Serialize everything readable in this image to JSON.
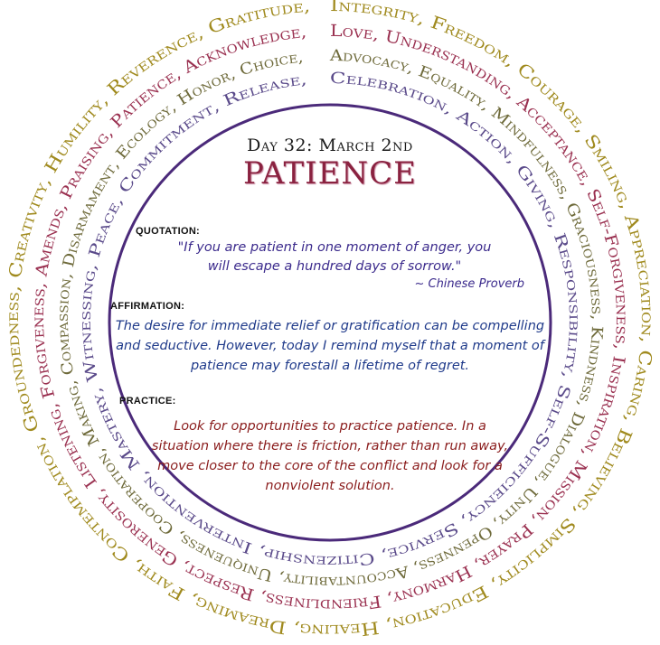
{
  "header": {
    "day": "Day 32: March 2nd",
    "title": "PATIENCE"
  },
  "sections": {
    "quotation_label": "QUOTATION:",
    "quotation_text": "\"If you are patient in one moment of anger, you will escape a hundred days of sorrow.\"",
    "quotation_author": "~ Chinese Proverb",
    "affirmation_label": "AFFIRMATION:",
    "affirmation_text": "The desire for immediate relief or gratification can be compelling and seductive. However, today I remind myself that a moment of patience may forestall a lifetime of regret.",
    "practice_label": "PRACTICE:",
    "practice_text": "Look for opportunities to practice patience. In a situation where there is friction, rather than run away, move closer to the core of the conflict and look for a nonviolent solution."
  },
  "rings": [
    {
      "text": "Integrity, Freedom, Courage, Smiling, Appreciation, Caring, Believing, Simplicity, Education, Healing, Dreaming, Faith, Contemplation, Groundedness, Creativity, Humility, Reverence, Gratitude, ",
      "color": "#a08a1e"
    },
    {
      "text": "Love, Understanding, Acceptance, Self-Forgiveness, Inspiration, Mission, Prayer, Harmony, Friendliness, Respect, Generosity, Listening, Forgiveness, Amends, Praising, Patience, Acknowledge, ",
      "color": "#9a3050"
    },
    {
      "text": "Advocacy, Equality, Mindfulness, Graciousness, Kindness, Dialogue, Unity, Openness, Accountability, Uniqueness, Cooperation, Making, Compassion, Disarmament, Ecology, Honor, Choice, ",
      "color": "#6e6a3a"
    },
    {
      "text": "Celebration, Action, Giving, Responsibility, Self-Sufficiency, Service, Citizenship, Intervention, Mastery, Witnessing, Peace, Commitment, Release, ",
      "color": "#5a4a8a"
    }
  ]
}
